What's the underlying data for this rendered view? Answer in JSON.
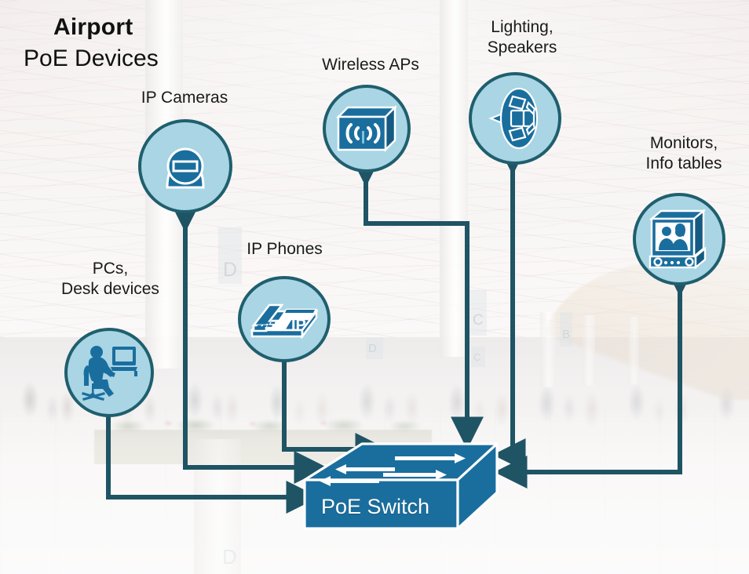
{
  "title": {
    "line1": "Airport",
    "line2": "PoE Devices"
  },
  "colors": {
    "node_fill": "#a9d5e4",
    "node_border": "#1f5f6e",
    "icon_blue": "#1a6e9e",
    "wire": "#1f5465",
    "switch_top": "#1a6e9e",
    "switch_front": "#1a6e9e",
    "text": "#1a1a1a"
  },
  "center": {
    "name": "poe-switch",
    "label": "PoE Switch",
    "icon": "network-switch-icon"
  },
  "nodes": [
    {
      "id": "ip-cameras",
      "label": "IP Cameras",
      "icon": "dome-camera-icon"
    },
    {
      "id": "wireless-aps",
      "label": "Wireless APs",
      "icon": "wireless-access-point-icon"
    },
    {
      "id": "lighting",
      "label": "Lighting,\nSpeakers",
      "icon": "spotlight-icon"
    },
    {
      "id": "monitors",
      "label": "Monitors,\nInfo tables",
      "icon": "monitor-tv-icon"
    },
    {
      "id": "ip-phones",
      "label": "IP Phones",
      "icon": "ip-desk-phone-icon"
    },
    {
      "id": "pcs",
      "label": "PCs,\nDesk devices",
      "icon": "person-at-computer-icon"
    }
  ],
  "background": {
    "scene": "airport-terminal-photo",
    "gate_signs": [
      "D",
      "C",
      "B",
      "C",
      "D",
      "D"
    ]
  }
}
